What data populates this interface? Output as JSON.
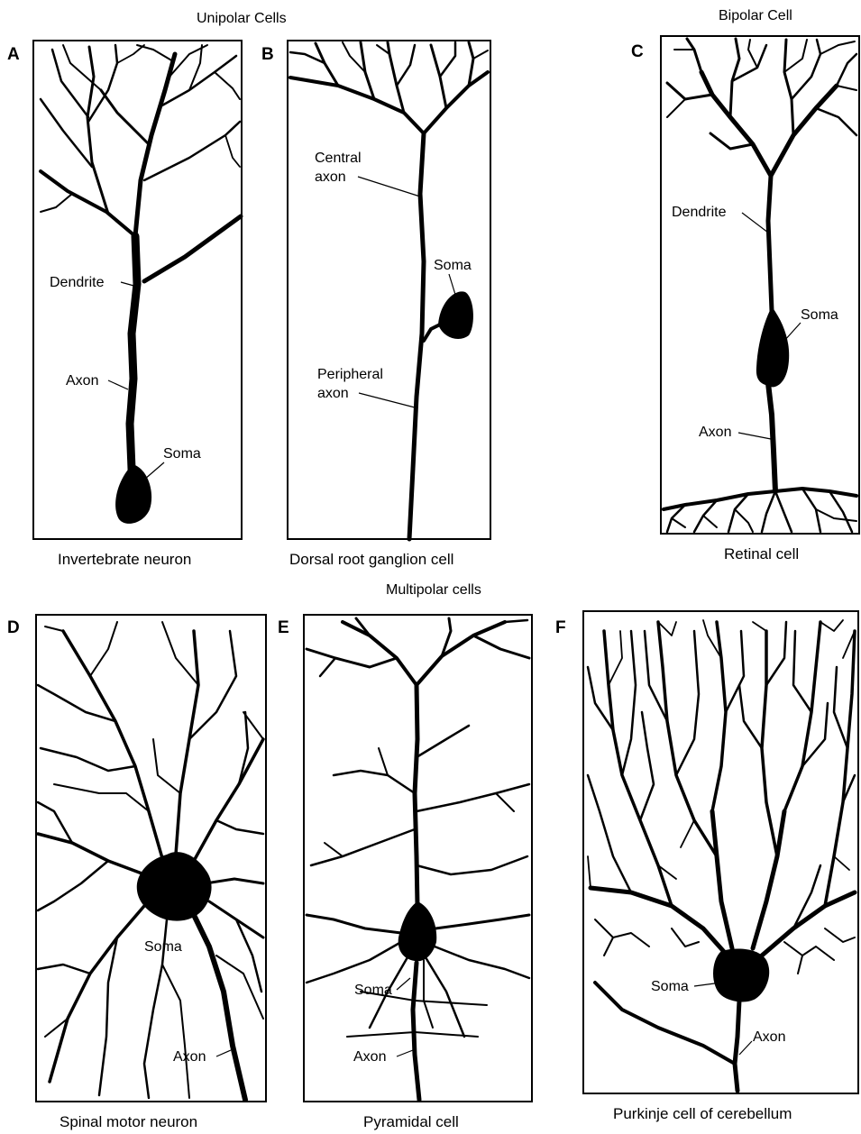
{
  "groups": {
    "unipolar": "Unipolar Cells",
    "bipolar": "Bipolar Cell",
    "multipolar": "Multipolar cells"
  },
  "panels": {
    "A": {
      "letter": "A",
      "caption": "Invertebrate neuron",
      "labels": {
        "dendrite": "Dendrite",
        "axon": "Axon",
        "soma": "Soma"
      }
    },
    "B": {
      "letter": "B",
      "caption": "Dorsal root ganglion cell",
      "labels": {
        "central_1": "Central",
        "central_2": "axon",
        "soma": "Soma",
        "peripheral_1": "Peripheral",
        "peripheral_2": "axon"
      }
    },
    "C": {
      "letter": "C",
      "caption": "Retinal cell",
      "labels": {
        "dendrite": "Dendrite",
        "soma": "Soma",
        "axon": "Axon"
      }
    },
    "D": {
      "letter": "D",
      "caption": "Spinal motor neuron",
      "labels": {
        "soma": "Soma",
        "axon": "Axon"
      }
    },
    "E": {
      "letter": "E",
      "caption": "Pyramidal cell",
      "labels": {
        "soma": "Soma",
        "axon": "Axon"
      }
    },
    "F": {
      "letter": "F",
      "caption": "Purkinje cell of cerebellum",
      "labels": {
        "soma": "Soma",
        "axon": "Axon"
      }
    }
  }
}
